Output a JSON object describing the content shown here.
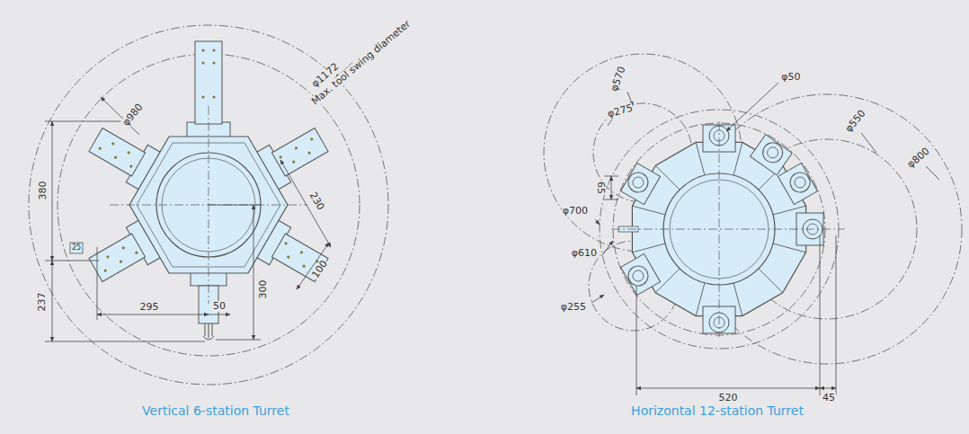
{
  "diagram": {
    "labels": [
      "φ980",
      "φ1172",
      "Max. tool swing diameter",
      "380",
      "230",
      "25",
      "100",
      "237",
      "295",
      "50",
      "300",
      "Vertical 6-station Turret",
      "φ570",
      "φ50",
      "φ275",
      "65",
      "φ550",
      "φ800",
      "φ700",
      "φ610",
      "φ255",
      "520",
      "45",
      "Horizontal 12-station Turret"
    ]
  }
}
